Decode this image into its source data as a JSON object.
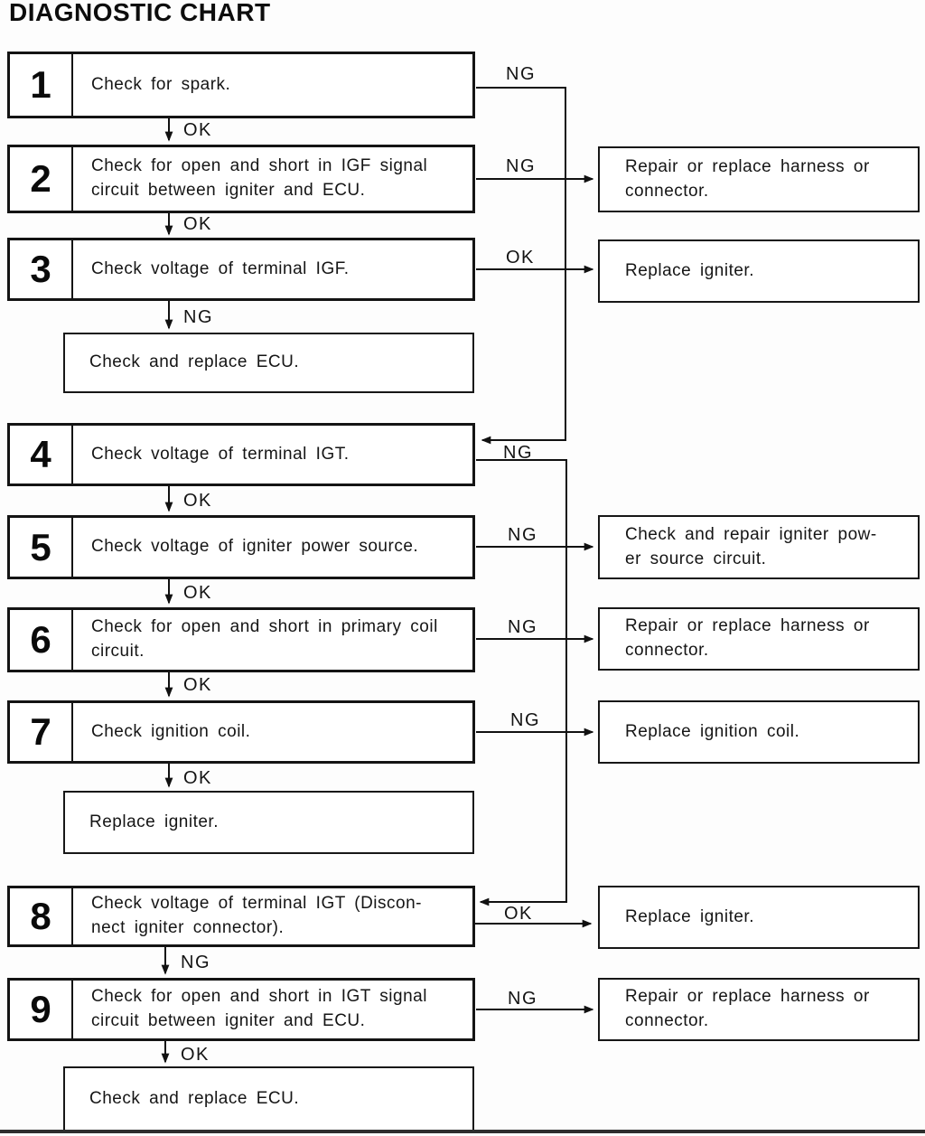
{
  "title": "DIAGNOSTIC CHART",
  "steps": [
    {
      "num": "1",
      "text": "Check for spark."
    },
    {
      "num": "2",
      "text": "Check for open and short in IGF signal\ncircuit between igniter and ECU."
    },
    {
      "num": "3",
      "text": "Check voltage of terminal IGF."
    },
    {
      "num": "4",
      "text": "Check voltage of terminal IGT."
    },
    {
      "num": "5",
      "text": "Check voltage of igniter power source."
    },
    {
      "num": "6",
      "text": "Check for open and short in primary coil\ncircuit."
    },
    {
      "num": "7",
      "text": "Check ignition coil."
    },
    {
      "num": "8",
      "text": "Check voltage of terminal IGT (Discon-\nnect igniter connector)."
    },
    {
      "num": "9",
      "text": "Check for open and short in IGT signal\ncircuit between igniter and ECU."
    }
  ],
  "left_results": [
    {
      "text": "Check and replace ECU."
    },
    {
      "text": "Replace igniter."
    },
    {
      "text": "Check and replace ECU."
    }
  ],
  "right_results": [
    {
      "text": "Repair or replace harness or\nconnector."
    },
    {
      "text": "Replace igniter."
    },
    {
      "text": "Check and repair igniter pow-\ner source circuit."
    },
    {
      "text": "Repair or replace harness or\nconnector."
    },
    {
      "text": "Replace ignition coil."
    },
    {
      "text": "Replace igniter."
    },
    {
      "text": "Repair or replace harness or\nconnector."
    }
  ],
  "flow_labels": [
    {
      "text": "NG"
    },
    {
      "text": "OK"
    },
    {
      "text": "NG"
    },
    {
      "text": "OK"
    },
    {
      "text": "OK"
    },
    {
      "text": "NG"
    },
    {
      "text": "NG"
    },
    {
      "text": "OK"
    },
    {
      "text": "NG"
    },
    {
      "text": "OK"
    },
    {
      "text": "NG"
    },
    {
      "text": "OK"
    },
    {
      "text": "NG"
    },
    {
      "text": "OK"
    },
    {
      "text": "OK"
    },
    {
      "text": "NG"
    },
    {
      "text": "NG"
    },
    {
      "text": "OK"
    }
  ],
  "line_color": "#111111"
}
